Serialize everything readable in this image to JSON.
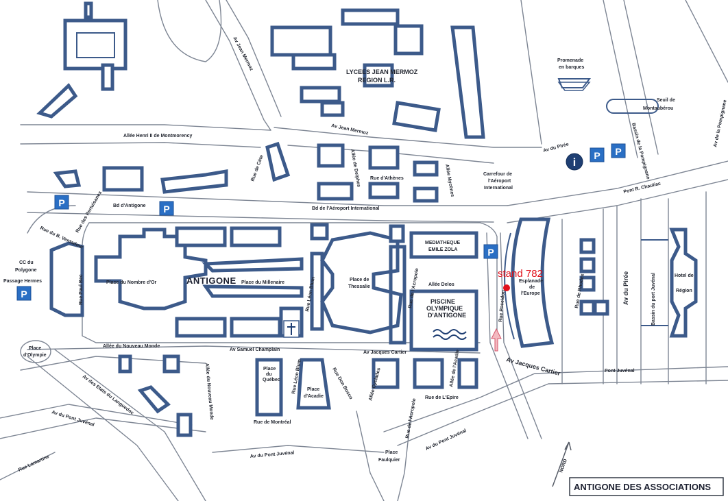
{
  "map_title": "ANTIGONE DES ASSOCIATIONS",
  "north_label": "NORD",
  "marker": {
    "label": "stand 782",
    "color": "#e0111b"
  },
  "parking_label": "P",
  "colors": {
    "buildings": "#3c5a8a",
    "roads": "#7d8593",
    "parking": "#2a6fc4",
    "marker": "#e0111b"
  },
  "districts": {
    "antigone": "ANTIGONE",
    "lycees": [
      "LYCEES JEAN MERMOZ",
      "REGION L.R."
    ],
    "mediatheque": [
      "MEDIATHEQUE",
      "EMILE ZOLA"
    ],
    "piscine": [
      "PISCINE",
      "OLYMPIQUE",
      "D'ANTIGONE"
    ],
    "hotel_region": [
      "Hotel de",
      "Région"
    ],
    "cc_polygone": [
      "CC du",
      "Polygone",
      "Passage Hermes"
    ]
  },
  "places": {
    "nombre_or": "Place du Nombre d'Or",
    "millenaire": "Place du Millenaire",
    "thessalie": [
      "Place de",
      "Thessalie"
    ],
    "olympie": [
      "Place",
      "d'Olympie"
    ],
    "quebec": [
      "Place",
      "du",
      "Québec"
    ],
    "acadie": [
      "Place",
      "d'Acadie"
    ],
    "europe": [
      "Esplanade",
      "de",
      "l'Europe"
    ],
    "faulquier": [
      "Place",
      "Faulquier"
    ]
  },
  "streets": {
    "av_jean_mermoz_top": "Av Jean Mermoz",
    "av_jean_mermoz": "Av Jean Mermoz",
    "allee_henri": "Allée Henri II de Montmorency",
    "rue_cete": "Rue de Cète",
    "allee_delphes": "Allée de Delphes",
    "rue_athenes": "Rue d'Athènes",
    "allee_mycenes": "Allée Mycènes",
    "bd_antigone": "Bd d'Antigone",
    "bd_aeroport": "Bd de l'Aéroport International",
    "rue_pertuisanes": "Rue des Pertuisanes",
    "rue_ventadour": "Rue du B. Ventadour",
    "rue_paul_bec": "Rue Paul Bec",
    "rue_leon_blum": "Rue Léon Blum",
    "rue_acropole_1": "Rue de l'Acropole",
    "allee_delos": "Allée Delos",
    "rue_poseidon": "Rue Poseidon",
    "rue_rhodes": "Rue de Rhodes",
    "av_pire_1": "Av du Pirée",
    "av_pire_2": "Av du Pirée",
    "carrefour": [
      "Carrefour de",
      "l'Aéroport",
      "International"
    ],
    "pont_chauliac": "Pont R. Chauliac",
    "bassin_pompignane": "Bassin de la Pompignane",
    "av_pompignane": "Av de la Pompignane",
    "seuil": [
      "Seuil de",
      "Montaubérou"
    ],
    "promenade": [
      "Promenade",
      "en barques"
    ],
    "bassin_juvenal": "Bassin du port Juvénal",
    "allee_nouveau_monde": "Allée du Nouveau Monde",
    "av_samuel_champlain": "Av Samuel Champlain",
    "av_jacques_cartier_1": "Av Jacques Cartier",
    "av_jacques_cartier_2": "Av Jacques Cartier",
    "allee_cyclades": "Allée Cyclades",
    "allee_acadie": "Allée de l'Acadie",
    "rue_epire": "Rue de L'Epire",
    "rue_acropole_2": "Rue de l'Acropole",
    "rue_don_bosco": "Rue Don Bosco",
    "rue_leon_blum_2": "Rue Léon Blum",
    "allee_nouveau_monde_2": "Allée du Nouveau Monde",
    "rue_montreal": "Rue de Montréal",
    "av_etats_languedoc": "Av des Etats du Languedoc",
    "av_pont_juvenal_1": "Av du Pont Juvénal",
    "av_pont_juvenal_2": "Av du Pont Juvénal",
    "av_pont_juvenal_3": "Av du Pont Juvénal",
    "pont_juvenal": "Pont Juvénal",
    "rue_lamartine": "Rue Lamartine"
  }
}
